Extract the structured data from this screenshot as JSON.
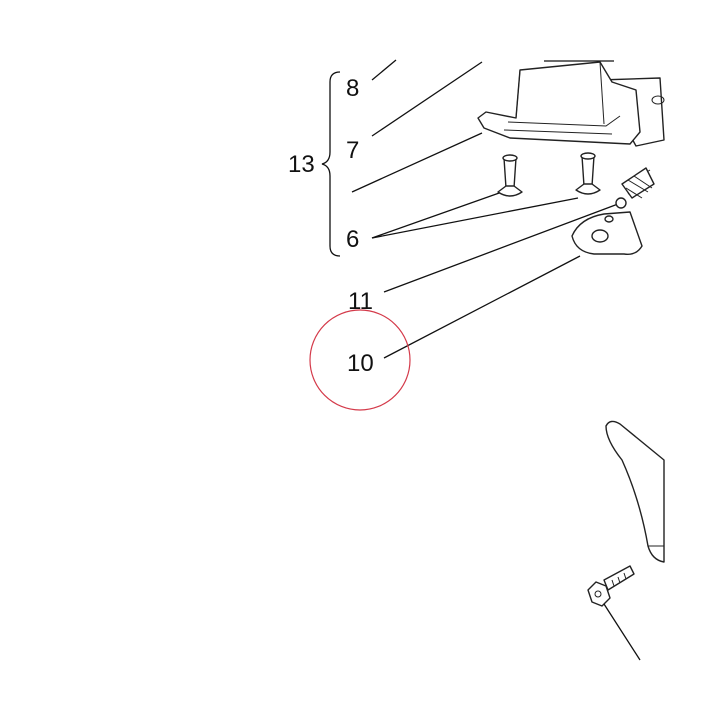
{
  "diagram": {
    "callouts": {
      "assembly": "13",
      "part_8": "8",
      "part_7": "7",
      "part_6": "6",
      "part_11": "11",
      "part_10": "10"
    },
    "highlight_color": "#d43a4a",
    "line_color": "#111111"
  }
}
